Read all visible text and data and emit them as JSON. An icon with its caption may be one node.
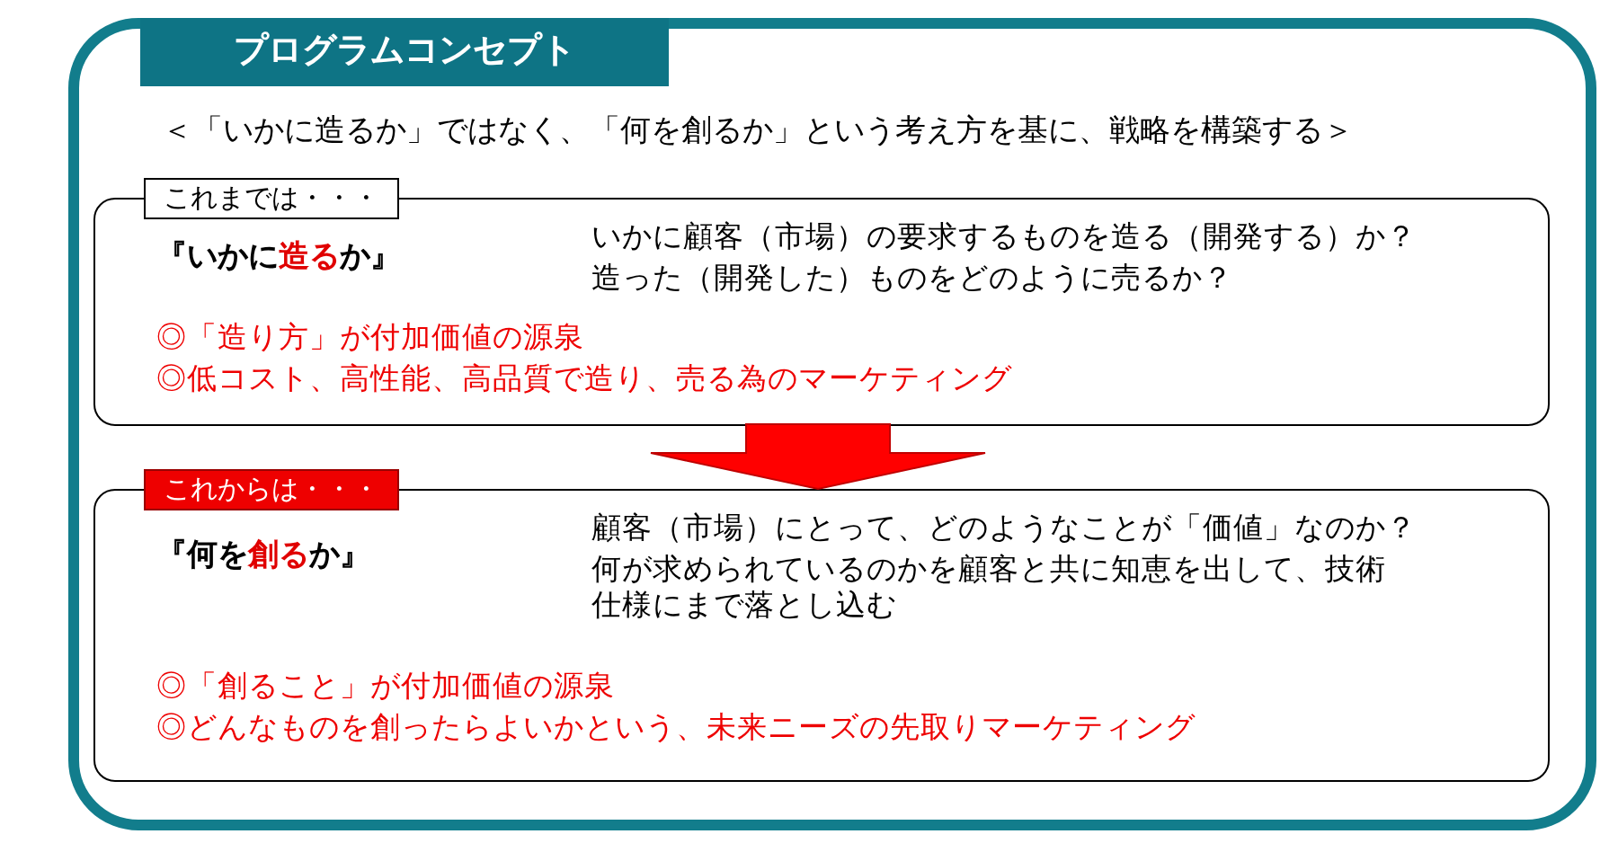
{
  "diagram": {
    "title": "プログラムコンセプト",
    "nodes": [
      {
        "text": [
          "これまでは・・・",
          "『いかに**造る**か』",
          "いかに顧客（市場）の要求するものを造る（開発する）か？",
          "造った（開発した）ものをどのように売るか？",
          "◎「造り方」が付加価値の源泉",
          "◎低コスト、高性能、高品質で造り、売る為のマーケティング"
        ]
      },
      {
        "text": [
          "これからは・・・",
          "『何を**創る**か』",
          "顧客（市場）にとって、どのようなことが「価値」なのか？",
          "何が求められているのかを顧客と共に知恵を出して、技術仕様にまで落とし込む",
          "◎「創ること」が付加価値の源泉",
          "◎どんなものを創ったらよいかという、未来ニーズの先取りマーケティング"
        ]
      }
    ],
    "edges": [
      {
        "from": 0,
        "to": 1,
        "arrow": "to",
        "color": "#ff0000"
      }
    ],
    "labels": [
      "＜「いかに造るか」ではなく、「何を創るか」という考え方を基に、戦略を構築する＞"
    ]
  }
}
